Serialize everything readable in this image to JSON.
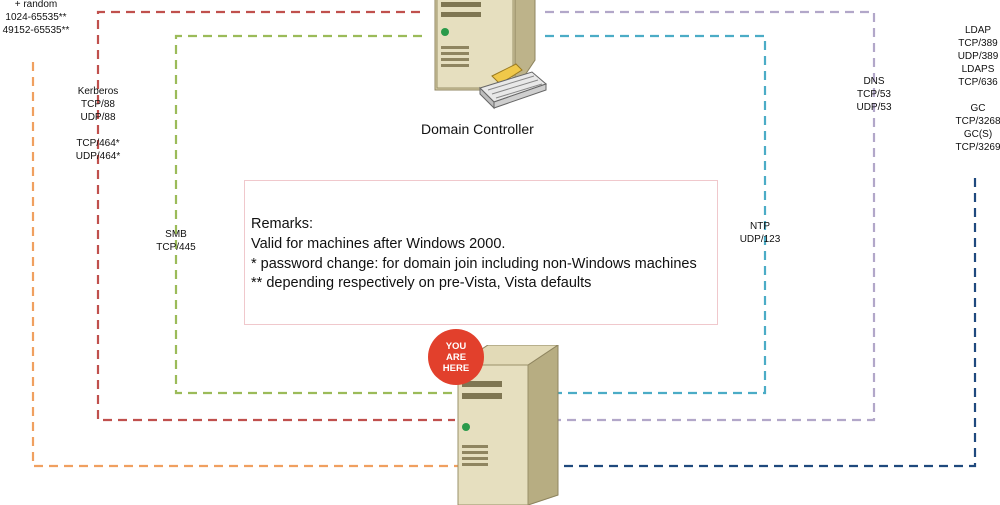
{
  "server_top": {
    "name": "Domain Controller"
  },
  "ports": {
    "random": [
      "+ random",
      "1024-65535**",
      "49152-65535**"
    ],
    "kerberos": [
      "Kerberos",
      "TCP/88",
      "UDP/88",
      "",
      "TCP/464*",
      "UDP/464*"
    ],
    "smb": [
      "SMB",
      "TCP/445"
    ],
    "dns": [
      "DNS",
      "TCP/53",
      "UDP/53"
    ],
    "ntp": [
      "NTP",
      "UDP/123"
    ],
    "ldap": [
      "LDAP",
      "TCP/389",
      "UDP/389",
      "LDAPS",
      "TCP/636",
      "",
      "GC",
      "TCP/3268",
      "GC(S)",
      "TCP/3269"
    ]
  },
  "remarks": {
    "heading": "Remarks:",
    "line1": "Valid for machines after Windows 2000.",
    "line2": "* password change: for domain join including non-Windows machines",
    "line3": "** depending respectively on pre-Vista, Vista defaults"
  },
  "badge": {
    "lines": [
      "YOU",
      "ARE",
      "HERE"
    ]
  },
  "colors": {
    "random": "#f0a060",
    "kerberos": "#c0504d",
    "smb": "#9bbb59",
    "ntp": "#4bacc6",
    "dns": "#b2a7c9",
    "ldap": "#1f497d",
    "badge": "#e2402c"
  },
  "icons": {
    "server": "server-icon",
    "keyboard": "keyboard-icon"
  }
}
